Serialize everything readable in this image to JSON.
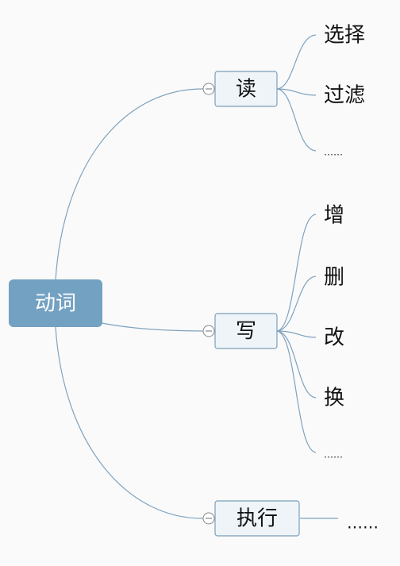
{
  "colors": {
    "root_fill": "#73a1c2",
    "branch_fill": "#eef4f8",
    "branch_stroke": "#7b9fb9",
    "edge": "#7fa3bf",
    "background": "#fafafa"
  },
  "mindmap": {
    "root": {
      "label": "动词"
    },
    "branches": [
      {
        "label": "读",
        "children": [
          "选择",
          "过滤",
          "……"
        ]
      },
      {
        "label": "写",
        "children": [
          "增",
          "删",
          "改",
          "换",
          "……"
        ]
      },
      {
        "label": "执行",
        "children": [
          "……"
        ]
      }
    ]
  },
  "icons": {
    "collapse": "collapse-minus-icon"
  }
}
